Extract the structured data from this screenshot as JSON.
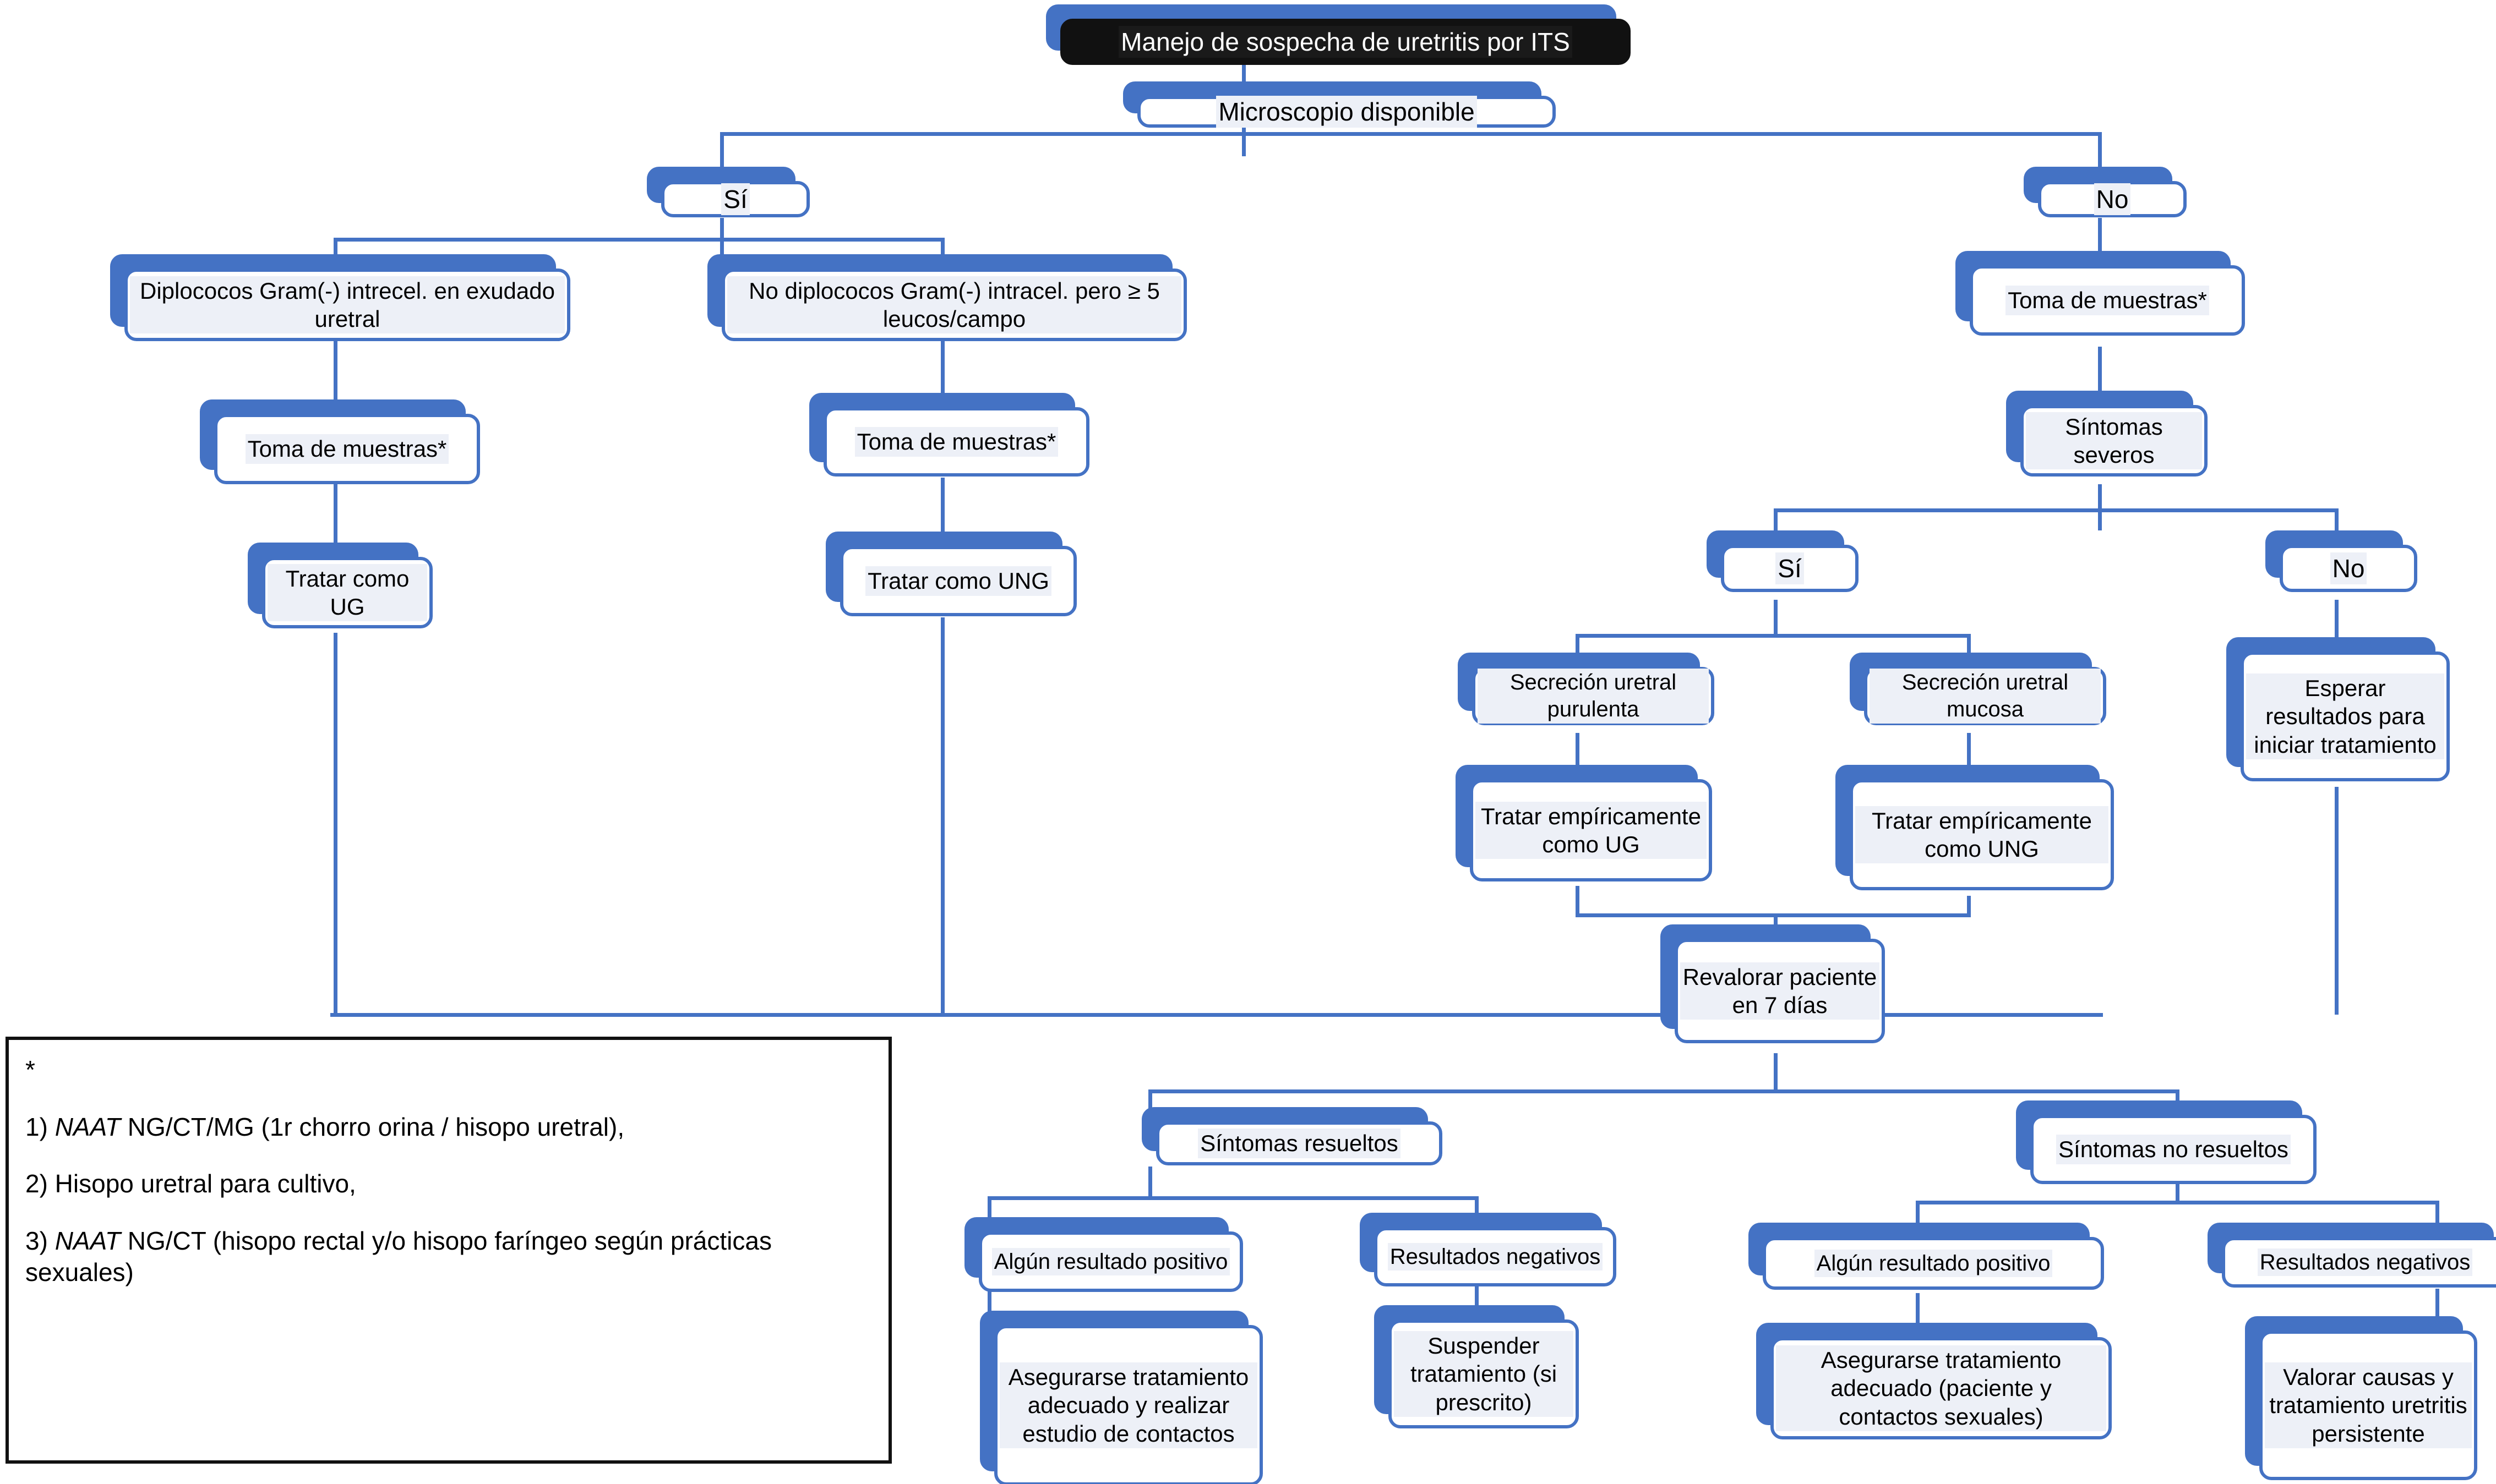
{
  "diagram": {
    "title": "Manejo de sospecha de uretritis por ITS",
    "accent_color": "#4472C4",
    "node_fill_color": "#EDF0F7",
    "title_fill_color": "#111111",
    "nodes": {
      "root": "Manejo de sospecha de uretritis por ITS",
      "microscopio": "Microscopio disponible",
      "micro_si": "Sí",
      "micro_no": "No",
      "diplococos_pos": "Diplococos Gram(-) intrecel. en exudado uretral",
      "diplococos_neg": "No diplococos Gram(-) intracel. pero ≥ 5 leucos/campo",
      "toma_muestras_izq": "Toma de muestras*",
      "toma_muestras_cen": "Toma de muestras*",
      "toma_muestras_der": "Toma de muestras*",
      "tratar_ug": "Tratar como UG",
      "tratar_ung": "Tratar como UNG",
      "sintomas_severos": "Síntomas severos",
      "severos_si": "Sí",
      "severos_no": "No",
      "secrecion_purulenta": "Secreción uretral purulenta",
      "secrecion_mucosa": "Secreción uretral mucosa",
      "tratar_emp_ug": "Tratar empíricamente como UG",
      "tratar_emp_ung": "Tratar empíricamente como UNG",
      "esperar_resultados": "Esperar resultados para iniciar tratamiento",
      "revalorar": "Revalorar paciente en 7 días",
      "sintomas_resueltos": "Síntomas resueltos",
      "sintomas_no_resueltos": "Síntomas no resueltos",
      "res_algun_positivo": "Algún resultado positivo",
      "res_negativos": "Resultados negativos",
      "nores_algun_positivo": "Algún resultado positivo",
      "nores_negativos": "Resultados negativos",
      "asegurarse_contactos": "Asegurarse tratamiento adecuado y realizar estudio de contactos",
      "suspender": "Suspender tratamiento (si prescrito)",
      "asegurarse_pareja": "Asegurarse tratamiento adecuado (paciente y contactos sexuales)",
      "valorar_causas": "Valorar causas y tratamiento uretritis persistente"
    },
    "legend": {
      "marker": "*",
      "item1_prefix": "1) ",
      "item1_italic": "NAAT",
      "item1_rest": " NG/CT/MG (1r chorro orina / hisopo uretral),",
      "item2": "2) Hisopo uretral para cultivo,",
      "item3_prefix": "3) ",
      "item3_italic": "NAAT",
      "item3_rest": " NG/CT (hisopo rectal y/o hisopo faríngeo según prácticas sexuales)"
    }
  }
}
